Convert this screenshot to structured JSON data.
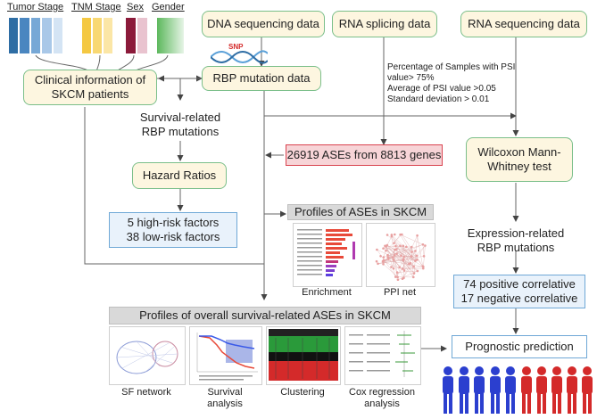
{
  "headers": {
    "tumor_stage": "Tumor Stage",
    "tnm_stage": "TNM Stage",
    "sex": "Sex",
    "gender": "Gender"
  },
  "boxes": {
    "dna": "DNA sequencing data",
    "rna_splicing": "RNA splicing data",
    "rna_seq": "RNA sequencing data",
    "clinical_l1": "Clinical information of",
    "clinical_l2": "SKCM patients",
    "rbp_mutation": "RBP mutation data",
    "hazard": "Hazard Ratios",
    "risk_l1": "5 high-risk factors",
    "risk_l2": "38 low-risk factors",
    "ases": "26919 ASEs from 8813 genes",
    "wilcoxon_l1": "Wilcoxon Mann-",
    "wilcoxon_l2": "Whitney test",
    "corr_l1": "74 positive correlative",
    "corr_l2": "17 negative correlative",
    "prognostic": "Prognostic prediction",
    "profiles_ases": "Profiles of ASEs in SKCM",
    "profiles_overall": "Profiles of overall survival-related ASEs in SKCM"
  },
  "labels": {
    "snp": "SNP",
    "survival_rbp_l1": "Survival-related",
    "survival_rbp_l2": "RBP mutations",
    "expression_rbp_l1": "Expression-related",
    "expression_rbp_l2": "RBP mutations",
    "psi_l1": "Percentage of Samples with PSI",
    "psi_l2": "value> 75%",
    "psi_l3": "Average of PSI value >0.05",
    "psi_l4": "Standard deviation > 0.01"
  },
  "captions": {
    "enrichment": "Enrichment",
    "ppi": "PPI net",
    "sf_network": "SF network",
    "survival_l1": "Survival",
    "survival_l2": "analysis",
    "clustering": "Clustering",
    "cox_l1": "Cox regression",
    "cox_l2": "analysis"
  },
  "colors": {
    "tumor_stage_bars": [
      "#2e6da4",
      "#4a86c0",
      "#77a8d6",
      "#a9c8e8",
      "#d4e4f4"
    ],
    "tnm_stage_bars": [
      "#f4c842",
      "#f8d873",
      "#fbe6a6"
    ],
    "sex_bars": [
      "#8b1a3a",
      "#e9c3cf"
    ],
    "gender_gradient": [
      "#5cb85c",
      "#e6f4e6"
    ],
    "people_left": "#2b3fcf",
    "people_right": "#d42a2a"
  },
  "people": {
    "left_count": 5,
    "right_count": 5
  }
}
